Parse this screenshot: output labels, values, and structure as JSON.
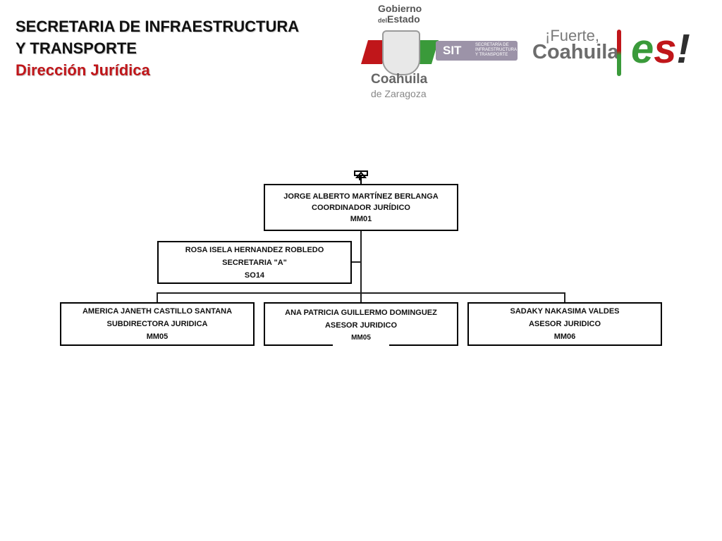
{
  "header": {
    "line1": "SECRETARIA DE INFRAESTRUCTURA",
    "line2": "Y TRANSPORTE",
    "line3": "Dirección Jurídica"
  },
  "logos": {
    "gobierno_top1": "Gobierno",
    "gobierno_top2_small": "del",
    "gobierno_top2": "Estado",
    "gobierno_bottom1": "Coahuila",
    "gobierno_bottom2": "de Zaragoza",
    "sit": "SIT",
    "sit_desc": "SECRETARÍA DE INFRAESTRUCTURA Y TRANSPORTE",
    "fuerte_line1": "¡Fuerte,",
    "fuerte_line2": "Coahuila",
    "es_e": "e",
    "es_s": "s",
    "es_mark": "!"
  },
  "org": {
    "coordinator": {
      "name": "JORGE ALBERTO MARTÍNEZ BERLANGA",
      "role": "COORDINADOR JURÍDICO",
      "code": "MM01"
    },
    "secretary": {
      "name": "ROSA ISELA HERNANDEZ ROBLEDO",
      "role": "SECRETARIA  \"A\"",
      "code": "SO14"
    },
    "subordinates": [
      {
        "name": "AMERICA JANETH CASTILLO SANTANA",
        "role": "SUBDIRECTORA JURIDICA",
        "code": "MM05"
      },
      {
        "name": "ANA PATRICIA GUILLERMO DOMINGUEZ",
        "role": "ASESOR JURIDICO",
        "code": "MM05"
      },
      {
        "name": "SADAKY NAKASIMA VALDES",
        "role": "ASESOR JURIDICO",
        "code": "MM06"
      }
    ]
  },
  "colors": {
    "title_dark": "#111111",
    "title_red": "#c0161a",
    "sit_purple": "#9c93a8",
    "green": "#3a9a3a"
  },
  "icons": {
    "top_connector": "up-arrow-home-icon"
  }
}
